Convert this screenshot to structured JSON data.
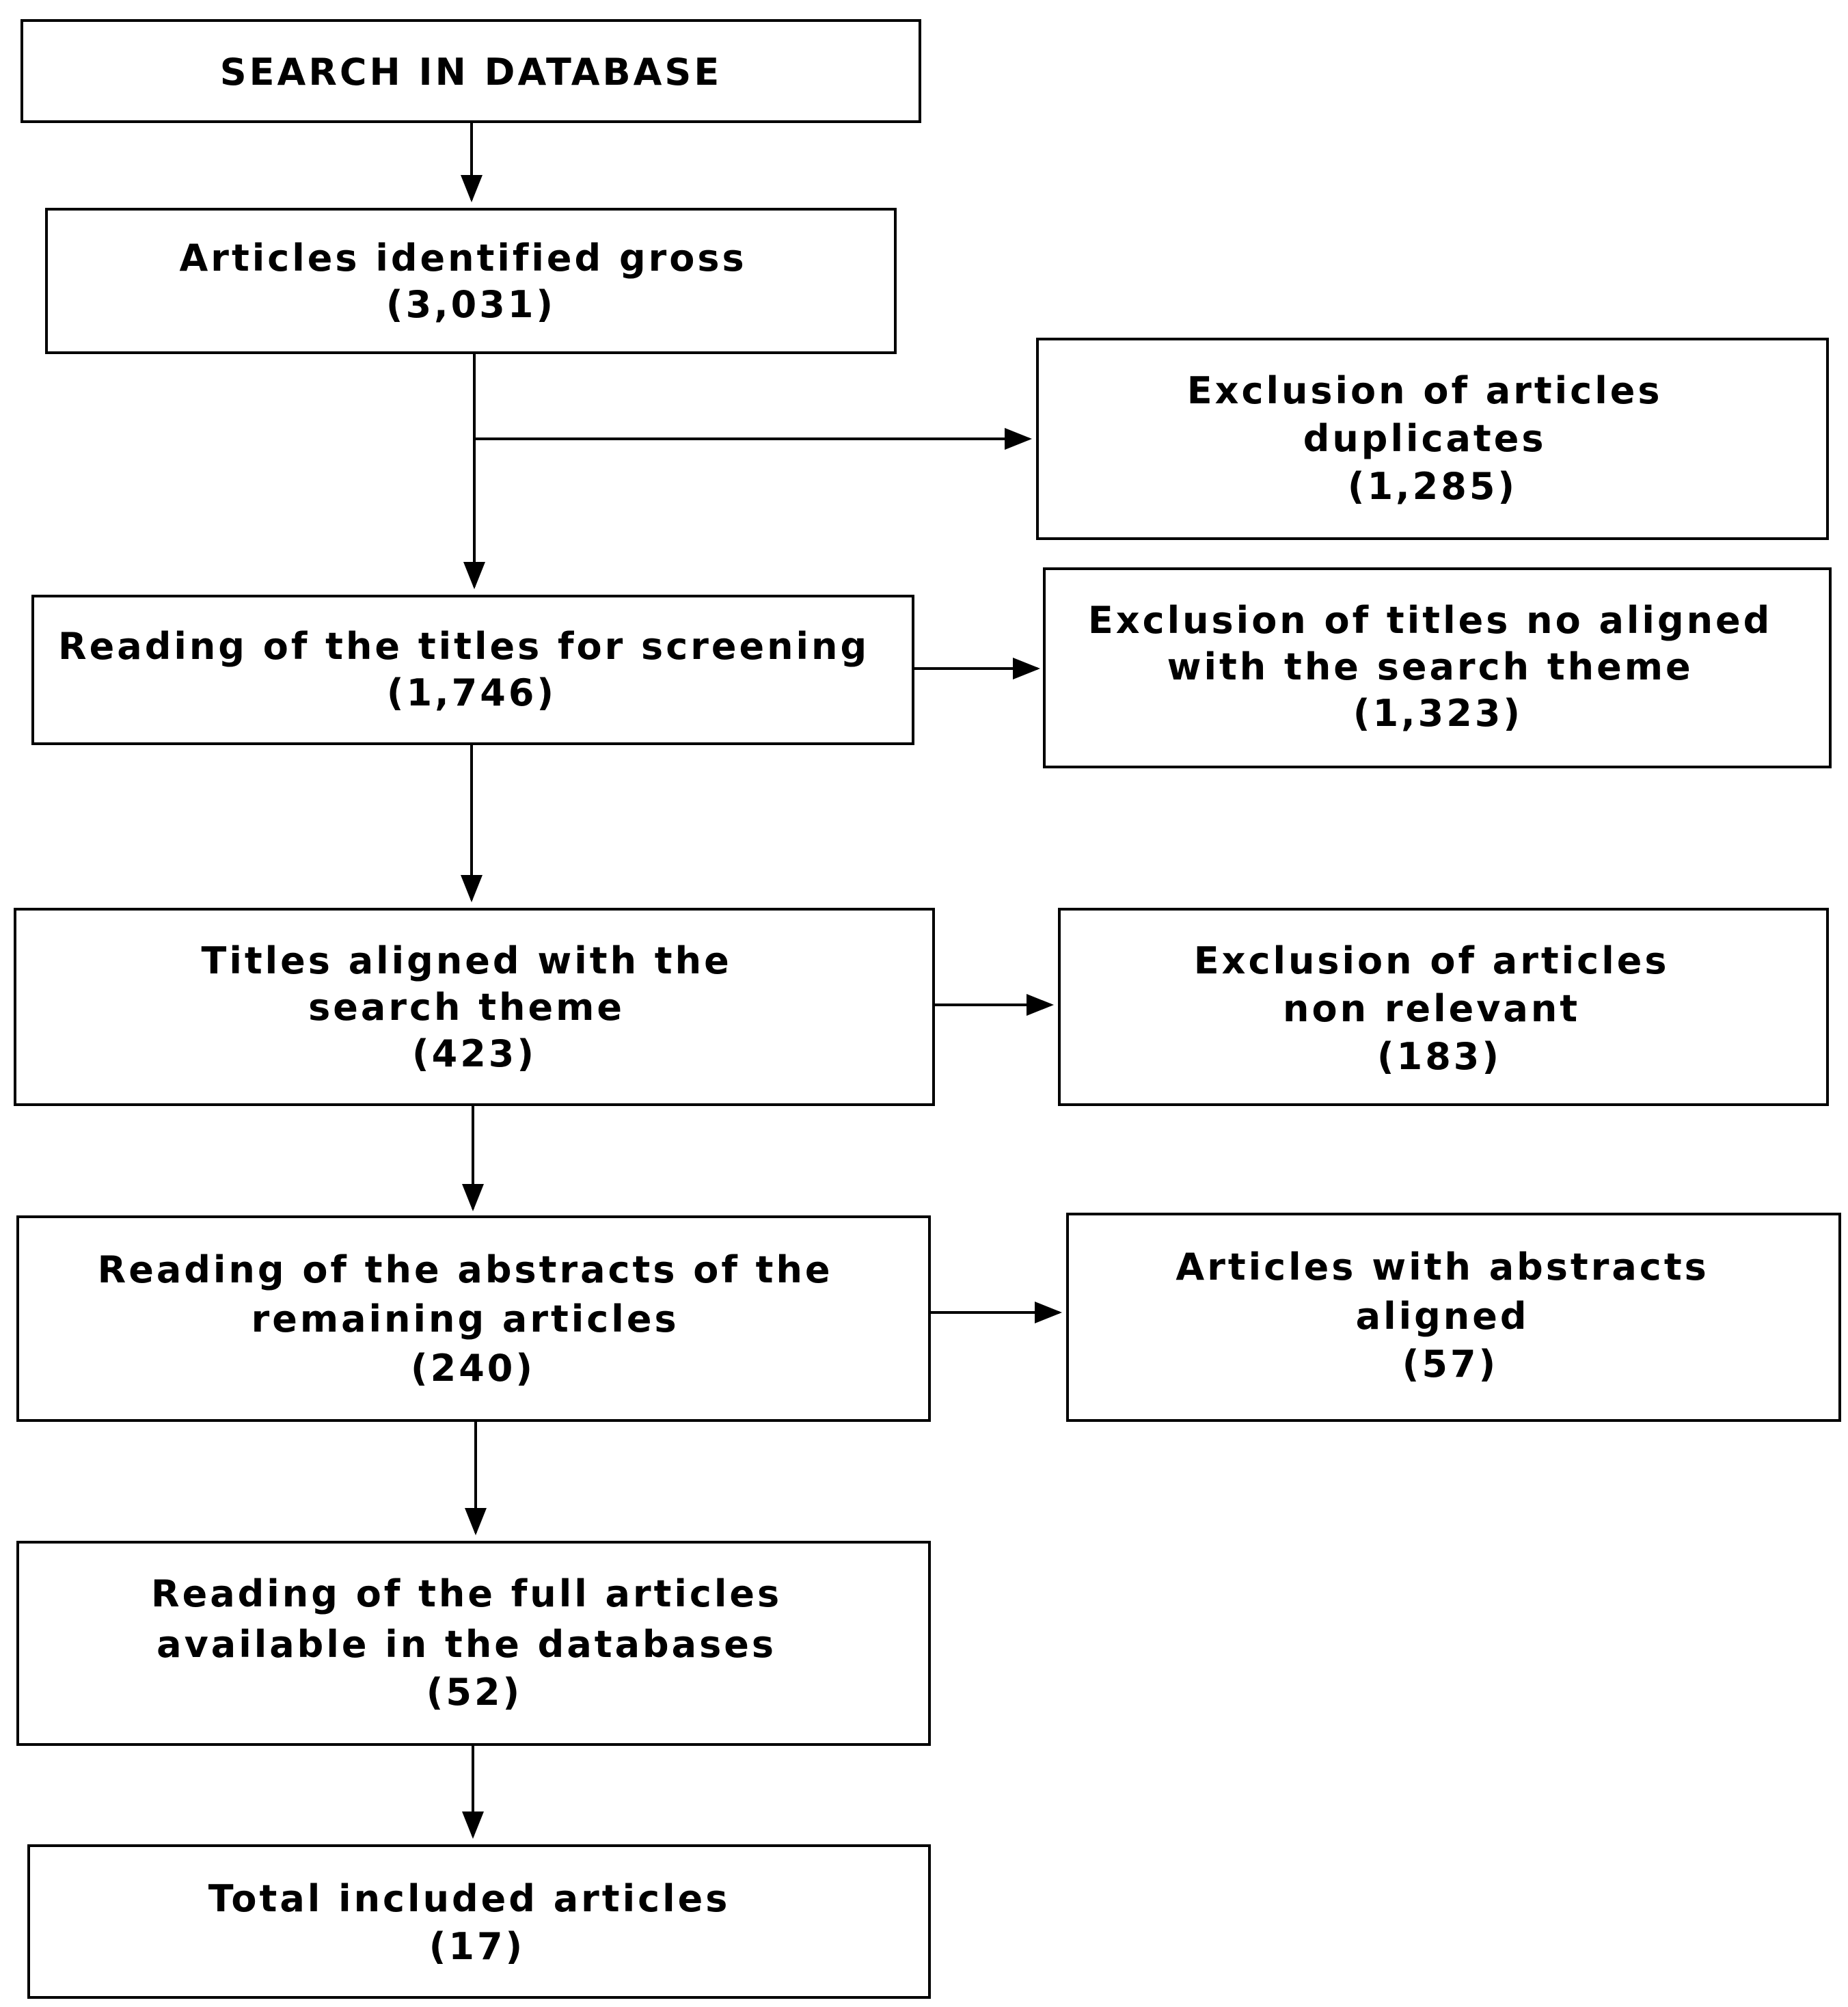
{
  "boxes": {
    "search": {
      "lines": [
        "SEARCH IN DATABASE"
      ]
    },
    "identified": {
      "lines": [
        "Articles identified gross",
        "(3,031)"
      ]
    },
    "duplicates": {
      "lines": [
        "Exclusion of articles",
        "duplicates",
        "(1,285)"
      ]
    },
    "reading_titles": {
      "lines": [
        "Reading of the titles for screening",
        "(1,746)"
      ]
    },
    "excl_titles": {
      "lines": [
        "Exclusion of titles no aligned",
        "with the search theme",
        "(1,323)"
      ]
    },
    "titles_aligned": {
      "lines": [
        "Titles aligned with the",
        "search theme",
        "(423)"
      ]
    },
    "excl_nonrelevant": {
      "lines": [
        "Exclusion of articles",
        "non relevant",
        "(183)"
      ]
    },
    "reading_abstracts": {
      "lines": [
        "Reading of the abstracts of the",
        "remaining articles",
        "(240)"
      ]
    },
    "abstracts_aligned": {
      "lines": [
        "Articles with abstracts",
        "aligned",
        "(57)"
      ]
    },
    "full_articles": {
      "lines": [
        "Reading of the full articles",
        "available in the databases",
        "(52)"
      ]
    },
    "total": {
      "lines": [
        "Total included articles",
        "(17)"
      ]
    }
  },
  "colors": {
    "line": "#000000",
    "box_fill": "#ffffff",
    "text": "#000000"
  }
}
